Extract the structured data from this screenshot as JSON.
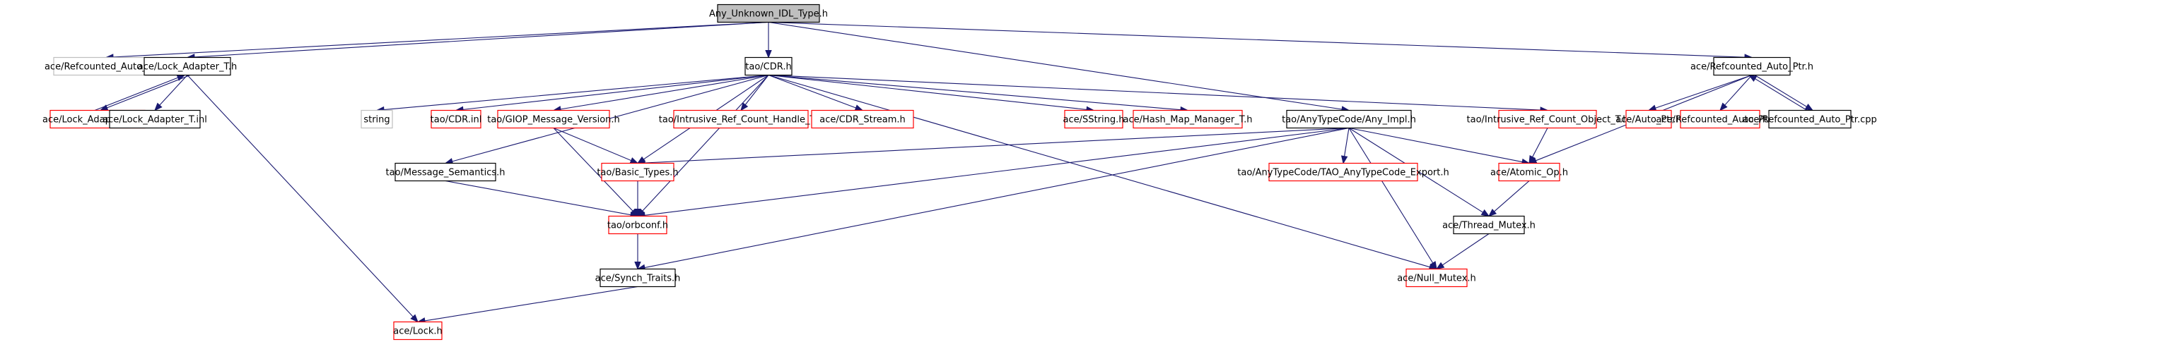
{
  "diagram": {
    "title": "Any_Unknown_IDL_Type.h",
    "type": "include-dependency-graph",
    "colors": {
      "root_fill": "#bfbfbf",
      "documented_border": "#000000",
      "truncated_border": "#ff0000",
      "external_border": "#bfbfbf",
      "edge": "#191970"
    },
    "nodes": [
      {
        "id": "root",
        "label": "Any_Unknown_IDL_Type.h",
        "style": "root"
      },
      {
        "id": "refauto_ext",
        "label": "ace/Refcounted_Auto_Ptr.h",
        "style": "external"
      },
      {
        "id": "lockadapter",
        "label": "ace/Lock_Adapter_T.h",
        "style": "documented"
      },
      {
        "id": "cdr",
        "label": "tao/CDR.h",
        "style": "documented"
      },
      {
        "id": "refauto",
        "label": "ace/Refcounted_Auto_Ptr.h",
        "style": "documented"
      },
      {
        "id": "lockadapter_cpp",
        "label": "ace/Lock_Adapter_T.cpp",
        "style": "truncated"
      },
      {
        "id": "lockadapter_inl",
        "label": "ace/Lock_Adapter_T.inl",
        "style": "documented"
      },
      {
        "id": "string",
        "label": "string",
        "style": "external"
      },
      {
        "id": "cdr_inl",
        "label": "tao/CDR.inl",
        "style": "truncated"
      },
      {
        "id": "giop",
        "label": "tao/GIOP_Message_Version.h",
        "style": "truncated"
      },
      {
        "id": "irc_handle",
        "label": "tao/Intrusive_Ref_Count_Handle_T.h",
        "style": "truncated"
      },
      {
        "id": "cdr_stream",
        "label": "ace/CDR_Stream.h",
        "style": "truncated"
      },
      {
        "id": "sstring",
        "label": "ace/SString.h",
        "style": "truncated"
      },
      {
        "id": "hashmap",
        "label": "ace/Hash_Map_Manager_T.h",
        "style": "truncated"
      },
      {
        "id": "anyimpl",
        "label": "tao/AnyTypeCode/Any_Impl.h",
        "style": "documented"
      },
      {
        "id": "irc_object",
        "label": "tao/Intrusive_Ref_Count_Object_T.h",
        "style": "truncated"
      },
      {
        "id": "auto_ptr",
        "label": "ace/Auto_Ptr.h",
        "style": "truncated"
      },
      {
        "id": "refauto_inl",
        "label": "ace/Refcounted_Auto_Ptr.inl",
        "style": "truncated"
      },
      {
        "id": "refauto_cpp",
        "label": "ace/Refcounted_Auto_Ptr.cpp",
        "style": "documented"
      },
      {
        "id": "msgsem",
        "label": "tao/Message_Semantics.h",
        "style": "documented"
      },
      {
        "id": "basic_types",
        "label": "tao/Basic_Types.h",
        "style": "truncated"
      },
      {
        "id": "atc_export",
        "label": "tao/AnyTypeCode/TAO_AnyTypeCode_Export.h",
        "style": "truncated"
      },
      {
        "id": "atomic_op",
        "label": "ace/Atomic_Op.h",
        "style": "truncated"
      },
      {
        "id": "orbconf",
        "label": "tao/orbconf.h",
        "style": "truncated"
      },
      {
        "id": "thread_mutex",
        "label": "ace/Thread_Mutex.h",
        "style": "documented"
      },
      {
        "id": "synch_traits",
        "label": "ace/Synch_Traits.h",
        "style": "documented"
      },
      {
        "id": "null_mutex",
        "label": "ace/Null_Mutex.h",
        "style": "truncated"
      },
      {
        "id": "lock",
        "label": "ace/Lock.h",
        "style": "truncated"
      }
    ],
    "edges": [
      [
        "root",
        "refauto_ext"
      ],
      [
        "root",
        "lockadapter"
      ],
      [
        "root",
        "cdr"
      ],
      [
        "root",
        "anyimpl"
      ],
      [
        "root",
        "refauto"
      ],
      [
        "lockadapter",
        "lockadapter_cpp"
      ],
      [
        "lockadapter_cpp",
        "lockadapter"
      ],
      [
        "lockadapter",
        "lockadapter_inl"
      ],
      [
        "lockadapter",
        "lock"
      ],
      [
        "cdr",
        "msgsem"
      ],
      [
        "cdr",
        "string"
      ],
      [
        "cdr",
        "cdr_inl"
      ],
      [
        "cdr",
        "giop"
      ],
      [
        "cdr",
        "basic_types"
      ],
      [
        "cdr",
        "orbconf"
      ],
      [
        "cdr",
        "irc_handle"
      ],
      [
        "cdr",
        "cdr_stream"
      ],
      [
        "cdr",
        "sstring"
      ],
      [
        "cdr",
        "hashmap"
      ],
      [
        "cdr",
        "null_mutex"
      ],
      [
        "cdr",
        "irc_object"
      ],
      [
        "giop",
        "basic_types"
      ],
      [
        "giop",
        "orbconf"
      ],
      [
        "msgsem",
        "orbconf"
      ],
      [
        "basic_types",
        "orbconf"
      ],
      [
        "orbconf",
        "synch_traits"
      ],
      [
        "synch_traits",
        "lock"
      ],
      [
        "anyimpl",
        "basic_types"
      ],
      [
        "anyimpl",
        "orbconf"
      ],
      [
        "anyimpl",
        "synch_traits"
      ],
      [
        "anyimpl",
        "atc_export"
      ],
      [
        "anyimpl",
        "null_mutex"
      ],
      [
        "anyimpl",
        "thread_mutex"
      ],
      [
        "anyimpl",
        "atomic_op"
      ],
      [
        "irc_object",
        "atomic_op"
      ],
      [
        "atomic_op",
        "thread_mutex"
      ],
      [
        "thread_mutex",
        "null_mutex"
      ],
      [
        "refauto",
        "auto_ptr"
      ],
      [
        "refauto",
        "refauto_inl"
      ],
      [
        "refauto",
        "refauto_cpp"
      ],
      [
        "refauto_cpp",
        "refauto"
      ],
      [
        "refauto",
        "atomic_op"
      ]
    ]
  }
}
